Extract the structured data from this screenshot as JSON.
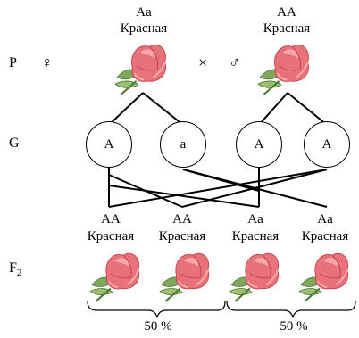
{
  "parents": {
    "label": "P",
    "female_symbol": "♀",
    "male_symbol": "♂",
    "cross_symbol": "×",
    "female": {
      "genotype": "Aa",
      "phenotype": "Красная"
    },
    "male": {
      "genotype": "AA",
      "phenotype": "Красная"
    }
  },
  "gametes": {
    "label": "G",
    "items": [
      "A",
      "a",
      "A",
      "A"
    ]
  },
  "offspring": {
    "label": "F",
    "label_sub": "2",
    "items": [
      {
        "genotype": "AA",
        "phenotype": "Красная"
      },
      {
        "genotype": "AA",
        "phenotype": "Красная"
      },
      {
        "genotype": "Aa",
        "phenotype": "Красная"
      },
      {
        "genotype": "Aa",
        "phenotype": "Красная"
      }
    ],
    "groups": [
      {
        "percent": "50 %"
      },
      {
        "percent": "50 %"
      }
    ]
  },
  "colors": {
    "petal": "#e8727a",
    "petal_light": "#f6a7a9",
    "petal_dark": "#c9434e",
    "leaf": "#7fa85a",
    "leaf_dark": "#4d7a36"
  }
}
